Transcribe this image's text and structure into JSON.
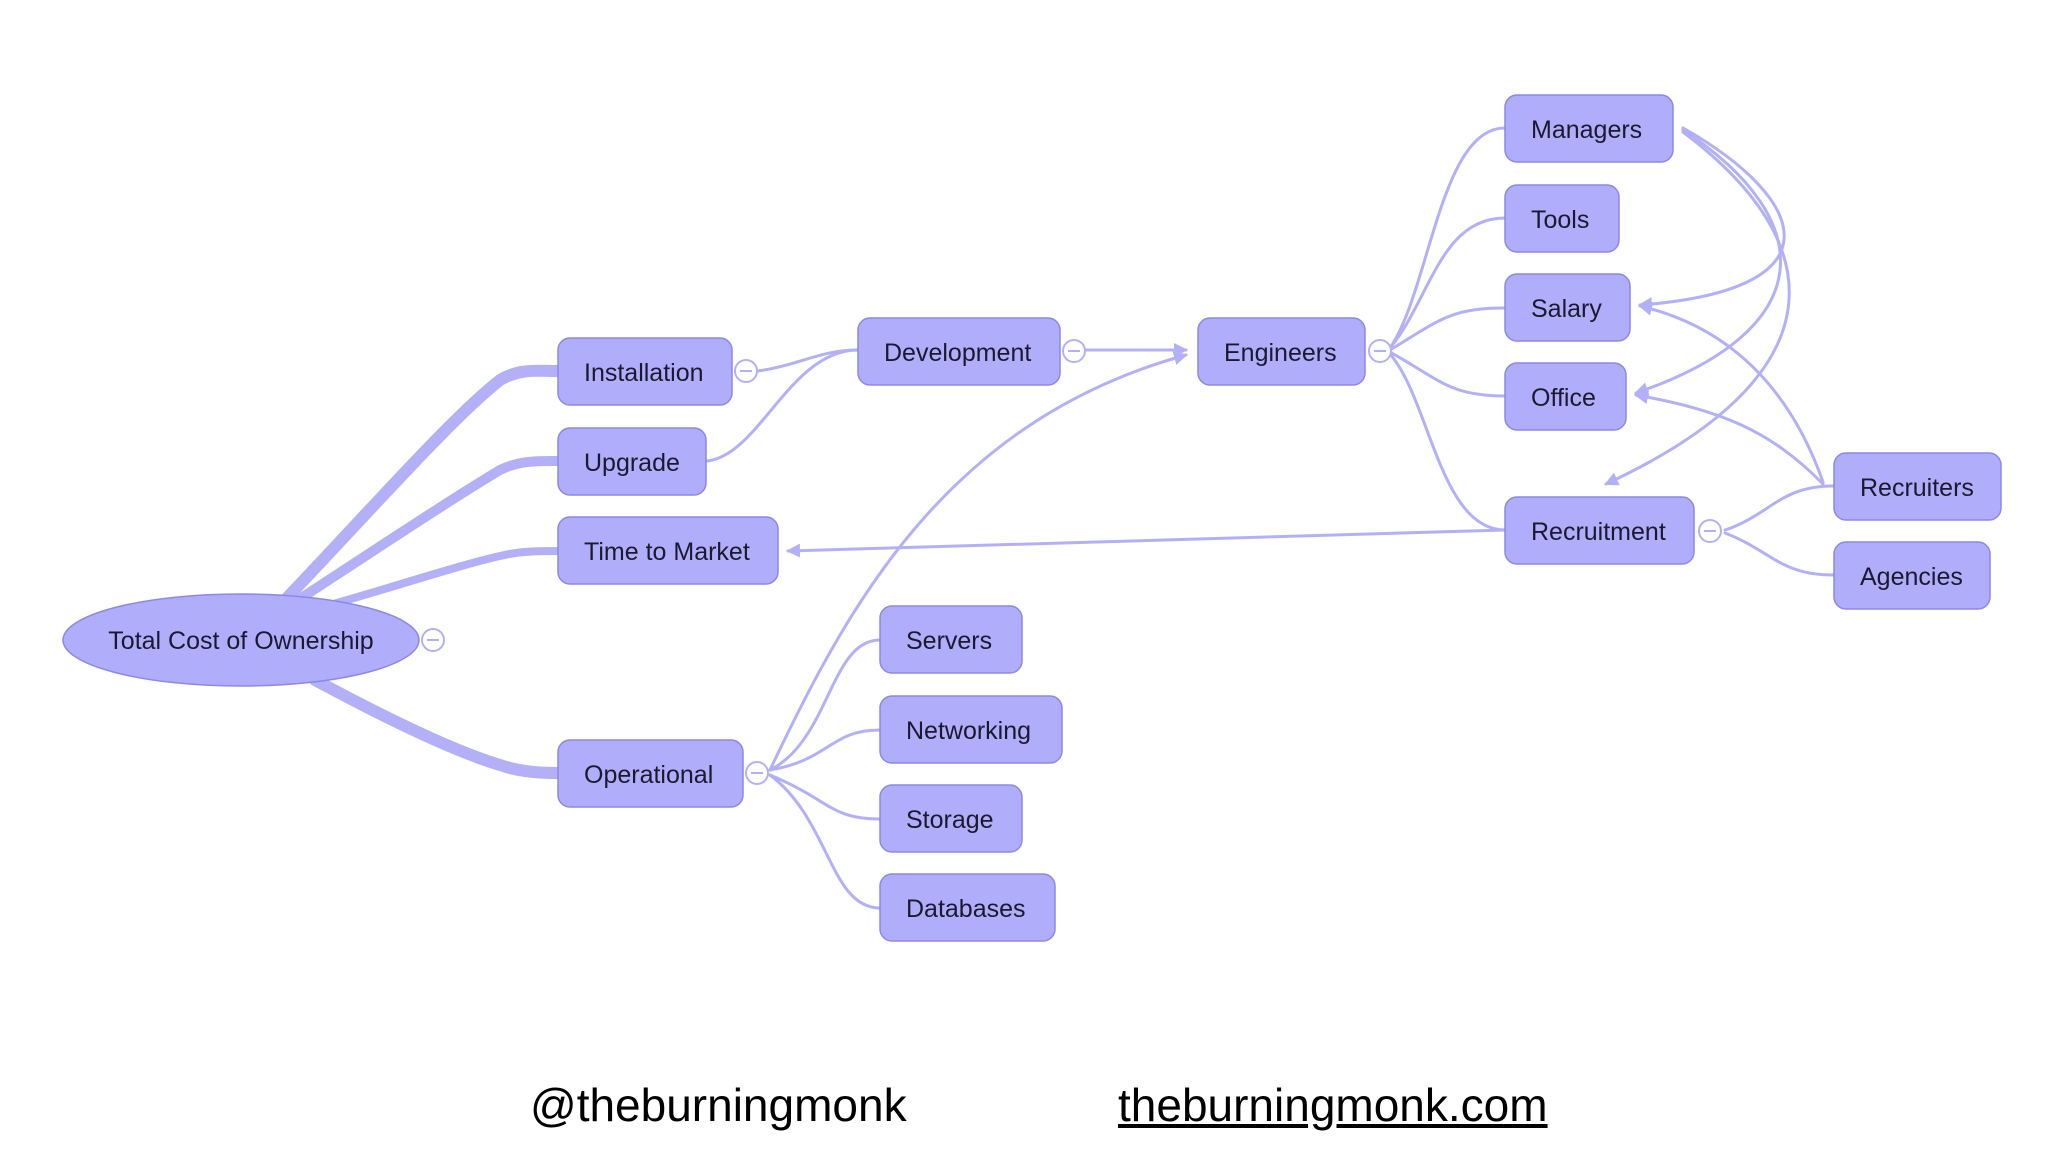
{
  "colors": {
    "node_fill": "#b0adfb",
    "node_border": "#8c88e6",
    "edge": "#b3b0f7",
    "text": "#1a1a2e"
  },
  "mindmap": {
    "root": "Total Cost of Ownership",
    "nodes": {
      "installation": "Installation",
      "upgrade": "Upgrade",
      "time_to_market": "Time to Market",
      "operational": "Operational",
      "development": "Development",
      "engineers": "Engineers",
      "servers": "Servers",
      "networking": "Networking",
      "storage": "Storage",
      "databases": "Databases",
      "managers": "Managers",
      "tools": "Tools",
      "salary": "Salary",
      "office": "Office",
      "recruitment": "Recruitment",
      "recruiters": "Recruiters",
      "agencies": "Agencies"
    }
  },
  "footer": {
    "handle": "@theburningmonk",
    "site": "theburningmonk.com"
  }
}
